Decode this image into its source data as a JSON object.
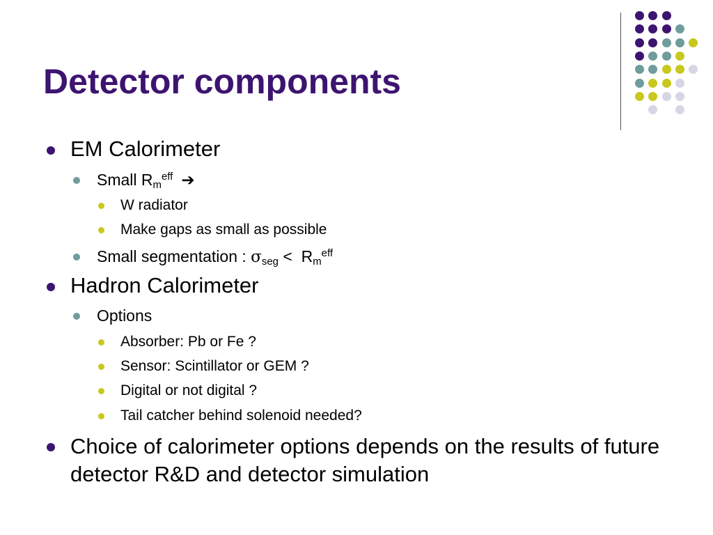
{
  "slide": {
    "title": "Detector components",
    "colors": {
      "title": "#3d1470",
      "purple": "#3d1470",
      "teal": "#6f9c9c",
      "yellow": "#c8c81e",
      "lavender": "#d6d6e6"
    }
  },
  "bullets": {
    "em": {
      "text": "EM Calorimeter",
      "small_rm": {
        "text": "Small R",
        "sub": "m",
        "sup": "eff",
        "arrow": "➔"
      },
      "w_radiator": "W radiator",
      "gaps": "Make gaps as small as possible",
      "segmentation": {
        "text": "Small segmentation : ",
        "sigma": "σ",
        "sigma_sub": "seg",
        "mid": " <  R",
        "sub": "m",
        "sup": "eff"
      }
    },
    "hadron": {
      "text": "Hadron Calorimeter",
      "options": "Options",
      "absorber": "Absorber:  Pb or Fe ?",
      "sensor": "Sensor: Scintillator or GEM ?",
      "digital": "Digital or not digital ?",
      "tail": "Tail catcher behind solenoid needed?"
    },
    "choice": "Choice of calorimeter options depends on the results of future detector R&D and detector simulation"
  },
  "dots": {
    "grid": [
      [
        "purple",
        "purple",
        "purple",
        null,
        null
      ],
      [
        "purple",
        "purple",
        "purple",
        "teal",
        null
      ],
      [
        "purple",
        "purple",
        "teal",
        "teal",
        "yellow"
      ],
      [
        "purple",
        "teal",
        "teal",
        "yellow",
        null
      ],
      [
        "teal",
        "teal",
        "yellow",
        "yellow",
        "lavender"
      ],
      [
        "teal",
        "yellow",
        "yellow",
        "lavender",
        null
      ],
      [
        "yellow",
        "yellow",
        "lavender",
        "lavender",
        null
      ],
      [
        null,
        "lavender",
        null,
        "lavender",
        null
      ]
    ]
  }
}
